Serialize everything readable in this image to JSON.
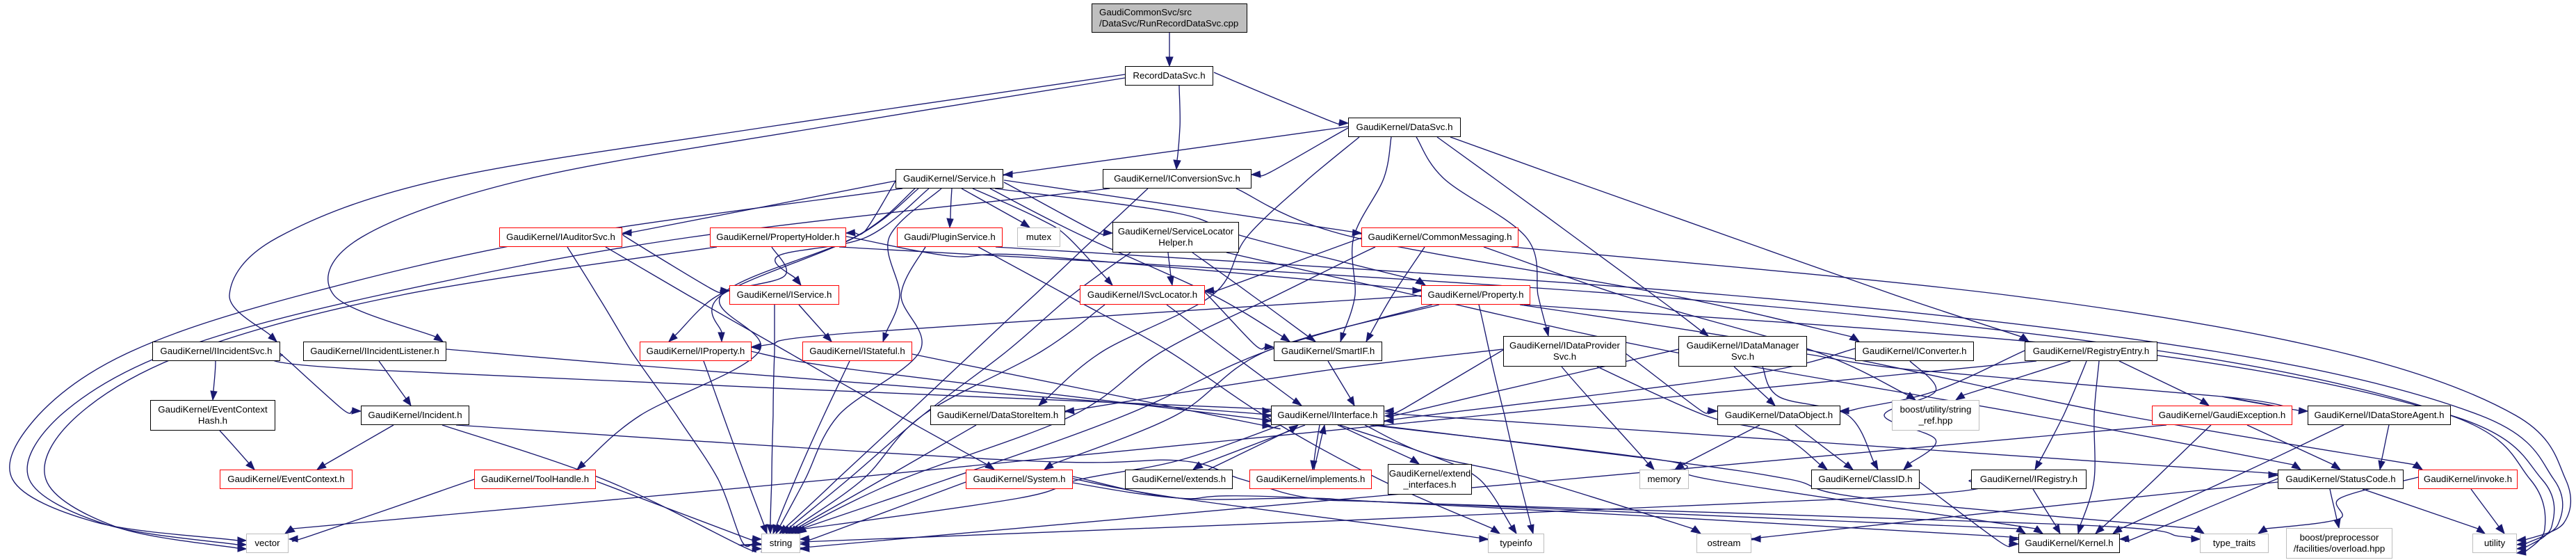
{
  "diagram": {
    "type": "doxygen-include-dependency-graph",
    "title": "Include dependency graph for GaudiCommonSvc/src/DataSvc/RunRecordDataSvc.cpp",
    "root": "GaudiCommonSvc/src/DataSvc/RunRecordDataSvc.cpp",
    "node_count": 50,
    "edge_count": 124,
    "legend": {
      "arrow_meaning": "A -> B means file A includes file B",
      "red_border": "graph truncated at this node (not all includes shown)",
      "grey_border": "external/system include",
      "grey_fill": "the source file this graph belongs to"
    },
    "colors": {
      "edge": "#191970",
      "node_border": "#000000",
      "truncated_node_border": "#ff0000",
      "system_node_border": "#bebebe",
      "root_node_fill": "#bfbfbf",
      "node_fill": "#ffffff",
      "background": "#ffffff",
      "text": "#000000"
    }
  },
  "nodes": [
    {
      "id": 0,
      "label": "GaudiCommonSvc/src/DataSvc/RunRecordDataSvc.cpp",
      "lines": [
        "GaudiCommonSvc/src",
        "/DataSvc/RunRecordDataSvc.cpp"
      ],
      "kind": "source-file",
      "truncated": false
    },
    {
      "id": 1,
      "label": "RecordDataSvc.h",
      "lines": [
        "RecordDataSvc.h"
      ],
      "kind": "header",
      "truncated": false
    },
    {
      "id": 2,
      "label": "GaudiKernel/DataSvc.h",
      "lines": [
        "GaudiKernel/DataSvc.h"
      ],
      "kind": "header",
      "truncated": false
    },
    {
      "id": 3,
      "label": "GaudiKernel/Service.h",
      "lines": [
        "GaudiKernel/Service.h"
      ],
      "kind": "header",
      "truncated": false
    },
    {
      "id": 4,
      "label": "GaudiKernel/IConversionSvc.h",
      "lines": [
        "GaudiKernel/IConversionSvc.h"
      ],
      "kind": "header",
      "truncated": false
    },
    {
      "id": 5,
      "label": "GaudiKernel/IAuditorSvc.h",
      "lines": [
        "GaudiKernel/IAuditorSvc.h"
      ],
      "kind": "header",
      "truncated": true
    },
    {
      "id": 6,
      "label": "GaudiKernel/PropertyHolder.h",
      "lines": [
        "GaudiKernel/PropertyHolder.h"
      ],
      "kind": "header",
      "truncated": true
    },
    {
      "id": 7,
      "label": "Gaudi/PluginService.h",
      "lines": [
        "Gaudi/PluginService.h"
      ],
      "kind": "header",
      "truncated": true
    },
    {
      "id": 8,
      "label": "mutex",
      "lines": [
        "mutex"
      ],
      "kind": "system-header",
      "truncated": false
    },
    {
      "id": 9,
      "label": "GaudiKernel/ServiceLocatorHelper.h",
      "lines": [
        "GaudiKernel/ServiceLocator",
        "Helper.h"
      ],
      "kind": "header",
      "truncated": false
    },
    {
      "id": 10,
      "label": "GaudiKernel/CommonMessaging.h",
      "lines": [
        "GaudiKernel/CommonMessaging.h"
      ],
      "kind": "header",
      "truncated": true
    },
    {
      "id": 11,
      "label": "GaudiKernel/IService.h",
      "lines": [
        "GaudiKernel/IService.h"
      ],
      "kind": "header",
      "truncated": true
    },
    {
      "id": 12,
      "label": "GaudiKernel/ISvcLocator.h",
      "lines": [
        "GaudiKernel/ISvcLocator.h"
      ],
      "kind": "header",
      "truncated": true
    },
    {
      "id": 13,
      "label": "GaudiKernel/Property.h",
      "lines": [
        "GaudiKernel/Property.h"
      ],
      "kind": "header",
      "truncated": true
    },
    {
      "id": 14,
      "label": "GaudiKernel/IIncidentSvc.h",
      "lines": [
        "GaudiKernel/IIncidentSvc.h"
      ],
      "kind": "header",
      "truncated": false
    },
    {
      "id": 15,
      "label": "GaudiKernel/IIncidentListener.h",
      "lines": [
        "GaudiKernel/IIncidentListener.h"
      ],
      "kind": "header",
      "truncated": false
    },
    {
      "id": 16,
      "label": "GaudiKernel/IProperty.h",
      "lines": [
        "GaudiKernel/IProperty.h"
      ],
      "kind": "header",
      "truncated": true
    },
    {
      "id": 17,
      "label": "GaudiKernel/IStateful.h",
      "lines": [
        "GaudiKernel/IStateful.h"
      ],
      "kind": "header",
      "truncated": true
    },
    {
      "id": 18,
      "label": "GaudiKernel/SmartIF.h",
      "lines": [
        "GaudiKernel/SmartIF.h"
      ],
      "kind": "header",
      "truncated": false
    },
    {
      "id": 19,
      "label": "GaudiKernel/IDataProviderSvc.h",
      "lines": [
        "GaudiKernel/IDataProvider",
        "Svc.h"
      ],
      "kind": "header",
      "truncated": false
    },
    {
      "id": 20,
      "label": "GaudiKernel/IDataManagerSvc.h",
      "lines": [
        "GaudiKernel/IDataManager",
        "Svc.h"
      ],
      "kind": "header",
      "truncated": false
    },
    {
      "id": 21,
      "label": "GaudiKernel/IConverter.h",
      "lines": [
        "GaudiKernel/IConverter.h"
      ],
      "kind": "header",
      "truncated": false
    },
    {
      "id": 22,
      "label": "GaudiKernel/RegistryEntry.h",
      "lines": [
        "GaudiKernel/RegistryEntry.h"
      ],
      "kind": "header",
      "truncated": false
    },
    {
      "id": 23,
      "label": "GaudiKernel/EventContextHash.h",
      "lines": [
        "GaudiKernel/EventContext",
        "Hash.h"
      ],
      "kind": "header",
      "truncated": false
    },
    {
      "id": 24,
      "label": "GaudiKernel/Incident.h",
      "lines": [
        "GaudiKernel/Incident.h"
      ],
      "kind": "header",
      "truncated": false
    },
    {
      "id": 25,
      "label": "GaudiKernel/DataStoreItem.h",
      "lines": [
        "GaudiKernel/DataStoreItem.h"
      ],
      "kind": "header",
      "truncated": false
    },
    {
      "id": 26,
      "label": "GaudiKernel/IInterface.h",
      "lines": [
        "GaudiKernel/IInterface.h"
      ],
      "kind": "header",
      "truncated": false
    },
    {
      "id": 27,
      "label": "GaudiKernel/DataObject.h",
      "lines": [
        "GaudiKernel/DataObject.h"
      ],
      "kind": "header",
      "truncated": false
    },
    {
      "id": 28,
      "label": "boost/utility/string_ref.hpp",
      "lines": [
        "boost/utility/string",
        "_ref.hpp"
      ],
      "kind": "system-header",
      "truncated": false
    },
    {
      "id": 29,
      "label": "GaudiKernel/GaudiException.h",
      "lines": [
        "GaudiKernel/GaudiException.h"
      ],
      "kind": "header",
      "truncated": true
    },
    {
      "id": 30,
      "label": "GaudiKernel/IDataStoreAgent.h",
      "lines": [
        "GaudiKernel/IDataStoreAgent.h"
      ],
      "kind": "header",
      "truncated": false
    },
    {
      "id": 31,
      "label": "GaudiKernel/EventContext.h",
      "lines": [
        "GaudiKernel/EventContext.h"
      ],
      "kind": "header",
      "truncated": true
    },
    {
      "id": 32,
      "label": "GaudiKernel/ToolHandle.h",
      "lines": [
        "GaudiKernel/ToolHandle.h"
      ],
      "kind": "header",
      "truncated": true
    },
    {
      "id": 33,
      "label": "GaudiKernel/System.h",
      "lines": [
        "GaudiKernel/System.h"
      ],
      "kind": "header",
      "truncated": true
    },
    {
      "id": 34,
      "label": "GaudiKernel/extends.h",
      "lines": [
        "GaudiKernel/extends.h"
      ],
      "kind": "header",
      "truncated": false
    },
    {
      "id": 35,
      "label": "GaudiKernel/implements.h",
      "lines": [
        "GaudiKernel/implements.h"
      ],
      "kind": "header",
      "truncated": true
    },
    {
      "id": 36,
      "label": "GaudiKernel/extend_interfaces.h",
      "lines": [
        "GaudiKernel/extend",
        "_interfaces.h"
      ],
      "kind": "header",
      "truncated": false
    },
    {
      "id": 37,
      "label": "memory",
      "lines": [
        "memory"
      ],
      "kind": "system-header",
      "truncated": false
    },
    {
      "id": 38,
      "label": "GaudiKernel/ClassID.h",
      "lines": [
        "GaudiKernel/ClassID.h"
      ],
      "kind": "header",
      "truncated": false
    },
    {
      "id": 39,
      "label": "GaudiKernel/IRegistry.h",
      "lines": [
        "GaudiKernel/IRegistry.h"
      ],
      "kind": "header",
      "truncated": false
    },
    {
      "id": 40,
      "label": "GaudiKernel/StatusCode.h",
      "lines": [
        "GaudiKernel/StatusCode.h"
      ],
      "kind": "header",
      "truncated": false
    },
    {
      "id": 41,
      "label": "GaudiKernel/invoke.h",
      "lines": [
        "GaudiKernel/invoke.h"
      ],
      "kind": "header",
      "truncated": true
    },
    {
      "id": 42,
      "label": "vector",
      "lines": [
        "vector"
      ],
      "kind": "system-header",
      "truncated": false
    },
    {
      "id": 43,
      "label": "string",
      "lines": [
        "string"
      ],
      "kind": "system-header",
      "truncated": false
    },
    {
      "id": 44,
      "label": "typeinfo",
      "lines": [
        "typeinfo"
      ],
      "kind": "system-header",
      "truncated": false
    },
    {
      "id": 45,
      "label": "ostream",
      "lines": [
        "ostream"
      ],
      "kind": "system-header",
      "truncated": false
    },
    {
      "id": 46,
      "label": "GaudiKernel/Kernel.h",
      "lines": [
        "GaudiKernel/Kernel.h"
      ],
      "kind": "header",
      "truncated": false
    },
    {
      "id": 47,
      "label": "type_traits",
      "lines": [
        "type_traits"
      ],
      "kind": "system-header",
      "truncated": false
    },
    {
      "id": 48,
      "label": "boost/preprocessor/facilities/overload.hpp",
      "lines": [
        "boost/preprocessor",
        "/facilities/overload.hpp"
      ],
      "kind": "system-header",
      "truncated": false
    },
    {
      "id": 49,
      "label": "utility",
      "lines": [
        "utility"
      ],
      "kind": "system-header",
      "truncated": false
    }
  ],
  "edges": [
    [
      "GaudiCommonSvc/src/DataSvc/RunRecordDataSvc.cpp",
      "RecordDataSvc.h"
    ],
    [
      "RecordDataSvc.h",
      "GaudiKernel/DataSvc.h"
    ],
    [
      "RecordDataSvc.h",
      "GaudiKernel/IConversionSvc.h"
    ],
    [
      "RecordDataSvc.h",
      "GaudiKernel/IIncidentSvc.h"
    ],
    [
      "RecordDataSvc.h",
      "GaudiKernel/IIncidentListener.h"
    ],
    [
      "GaudiKernel/DataSvc.h",
      "GaudiKernel/Service.h"
    ],
    [
      "GaudiKernel/DataSvc.h",
      "GaudiKernel/IConversionSvc.h"
    ],
    [
      "GaudiKernel/DataSvc.h",
      "GaudiKernel/SmartIF.h"
    ],
    [
      "GaudiKernel/DataSvc.h",
      "GaudiKernel/IDataProviderSvc.h"
    ],
    [
      "GaudiKernel/DataSvc.h",
      "GaudiKernel/IDataManagerSvc.h"
    ],
    [
      "GaudiKernel/DataSvc.h",
      "GaudiKernel/RegistryEntry.h"
    ],
    [
      "GaudiKernel/DataSvc.h",
      "GaudiKernel/DataStoreItem.h"
    ],
    [
      "GaudiKernel/Service.h",
      "GaudiKernel/IAuditorSvc.h"
    ],
    [
      "GaudiKernel/Service.h",
      "GaudiKernel/PropertyHolder.h"
    ],
    [
      "GaudiKernel/Service.h",
      "Gaudi/PluginService.h"
    ],
    [
      "GaudiKernel/Service.h",
      "mutex"
    ],
    [
      "GaudiKernel/Service.h",
      "GaudiKernel/ServiceLocatorHelper.h"
    ],
    [
      "GaudiKernel/Service.h",
      "GaudiKernel/CommonMessaging.h"
    ],
    [
      "GaudiKernel/Service.h",
      "GaudiKernel/IService.h"
    ],
    [
      "GaudiKernel/Service.h",
      "GaudiKernel/ISvcLocator.h"
    ],
    [
      "GaudiKernel/Service.h",
      "GaudiKernel/Property.h"
    ],
    [
      "GaudiKernel/Service.h",
      "GaudiKernel/IProperty.h"
    ],
    [
      "GaudiKernel/Service.h",
      "GaudiKernel/IStateful.h"
    ],
    [
      "GaudiKernel/Service.h",
      "GaudiKernel/SmartIF.h"
    ],
    [
      "GaudiKernel/Service.h",
      "GaudiKernel/ToolHandle.h"
    ],
    [
      "GaudiKernel/Service.h",
      "vector"
    ],
    [
      "GaudiKernel/IConversionSvc.h",
      "GaudiKernel/IConverter.h"
    ],
    [
      "GaudiKernel/IConversionSvc.h",
      "vector"
    ],
    [
      "GaudiKernel/IConversionSvc.h",
      "string"
    ],
    [
      "GaudiKernel/IAuditorSvc.h",
      "GaudiKernel/IService.h"
    ],
    [
      "GaudiKernel/IAuditorSvc.h",
      "GaudiKernel/System.h"
    ],
    [
      "GaudiKernel/IAuditorSvc.h",
      "string"
    ],
    [
      "GaudiKernel/PropertyHolder.h",
      "GaudiKernel/Property.h"
    ],
    [
      "GaudiKernel/PropertyHolder.h",
      "GaudiKernel/IProperty.h"
    ],
    [
      "GaudiKernel/PropertyHolder.h",
      "vector"
    ],
    [
      "GaudiKernel/PropertyHolder.h",
      "utility"
    ],
    [
      "Gaudi/PluginService.h",
      "string"
    ],
    [
      "Gaudi/PluginService.h",
      "typeinfo"
    ],
    [
      "Gaudi/PluginService.h",
      "utility"
    ],
    [
      "GaudiKernel/ServiceLocatorHelper.h",
      "GaudiKernel/ISvcLocator.h"
    ],
    [
      "GaudiKernel/ServiceLocatorHelper.h",
      "GaudiKernel/SmartIF.h"
    ],
    [
      "GaudiKernel/ServiceLocatorHelper.h",
      "GaudiKernel/StatusCode.h"
    ],
    [
      "GaudiKernel/ServiceLocatorHelper.h",
      "string"
    ],
    [
      "GaudiKernel/CommonMessaging.h",
      "GaudiKernel/ISvcLocator.h"
    ],
    [
      "GaudiKernel/CommonMessaging.h",
      "GaudiKernel/SmartIF.h"
    ],
    [
      "GaudiKernel/CommonMessaging.h",
      "boost/utility/string_ref.hpp"
    ],
    [
      "GaudiKernel/CommonMessaging.h",
      "string"
    ],
    [
      "GaudiKernel/CommonMessaging.h",
      "utility"
    ],
    [
      "GaudiKernel/IService.h",
      "GaudiKernel/IStateful.h"
    ],
    [
      "GaudiKernel/IService.h",
      "string"
    ],
    [
      "GaudiKernel/ISvcLocator.h",
      "GaudiKernel/SmartIF.h"
    ],
    [
      "GaudiKernel/ISvcLocator.h",
      "GaudiKernel/IInterface.h"
    ],
    [
      "GaudiKernel/ISvcLocator.h",
      "string"
    ],
    [
      "GaudiKernel/Property.h",
      "GaudiKernel/IProperty.h"
    ],
    [
      "GaudiKernel/Property.h",
      "GaudiKernel/System.h"
    ],
    [
      "GaudiKernel/Property.h",
      "GaudiKernel/invoke.h"
    ],
    [
      "GaudiKernel/Property.h",
      "string"
    ],
    [
      "GaudiKernel/Property.h",
      "typeinfo"
    ],
    [
      "GaudiKernel/Property.h",
      "utility"
    ],
    [
      "GaudiKernel/IIncidentSvc.h",
      "GaudiKernel/EventContextHash.h"
    ],
    [
      "GaudiKernel/IIncidentSvc.h",
      "GaudiKernel/Incident.h"
    ],
    [
      "GaudiKernel/IIncidentSvc.h",
      "GaudiKernel/IInterface.h"
    ],
    [
      "GaudiKernel/IIncidentListener.h",
      "GaudiKernel/Incident.h"
    ],
    [
      "GaudiKernel/IIncidentListener.h",
      "GaudiKernel/IInterface.h"
    ],
    [
      "GaudiKernel/IProperty.h",
      "GaudiKernel/IInterface.h"
    ],
    [
      "GaudiKernel/IProperty.h",
      "string"
    ],
    [
      "GaudiKernel/IStateful.h",
      "GaudiKernel/IInterface.h"
    ],
    [
      "GaudiKernel/IStateful.h",
      "string"
    ],
    [
      "GaudiKernel/SmartIF.h",
      "GaudiKernel/IInterface.h"
    ],
    [
      "GaudiKernel/IDataProviderSvc.h",
      "GaudiKernel/DataStoreItem.h"
    ],
    [
      "GaudiKernel/IDataProviderSvc.h",
      "GaudiKernel/IInterface.h"
    ],
    [
      "GaudiKernel/IDataProviderSvc.h",
      "GaudiKernel/DataObject.h"
    ],
    [
      "GaudiKernel/IDataProviderSvc.h",
      "memory"
    ],
    [
      "GaudiKernel/IDataProviderSvc.h",
      "GaudiKernel/ClassID.h"
    ],
    [
      "GaudiKernel/IDataManagerSvc.h",
      "GaudiKernel/IInterface.h"
    ],
    [
      "GaudiKernel/IDataManagerSvc.h",
      "GaudiKernel/DataObject.h"
    ],
    [
      "GaudiKernel/IDataManagerSvc.h",
      "GaudiKernel/IDataStoreAgent.h"
    ],
    [
      "GaudiKernel/IDataManagerSvc.h",
      "GaudiKernel/ClassID.h"
    ],
    [
      "GaudiKernel/IConverter.h",
      "GaudiKernel/IInterface.h"
    ],
    [
      "GaudiKernel/IConverter.h",
      "GaudiKernel/ClassID.h"
    ],
    [
      "GaudiKernel/RegistryEntry.h",
      "GaudiKernel/DataObject.h"
    ],
    [
      "GaudiKernel/RegistryEntry.h",
      "boost/utility/string_ref.hpp"
    ],
    [
      "GaudiKernel/RegistryEntry.h",
      "GaudiKernel/GaudiException.h"
    ],
    [
      "GaudiKernel/RegistryEntry.h",
      "GaudiKernel/IRegistry.h"
    ],
    [
      "GaudiKernel/RegistryEntry.h",
      "vector"
    ],
    [
      "GaudiKernel/RegistryEntry.h",
      "GaudiKernel/Kernel.h"
    ],
    [
      "GaudiKernel/EventContextHash.h",
      "GaudiKernel/EventContext.h"
    ],
    [
      "GaudiKernel/Incident.h",
      "GaudiKernel/EventContext.h"
    ],
    [
      "GaudiKernel/Incident.h",
      "string"
    ],
    [
      "GaudiKernel/Incident.h",
      "GaudiKernel/Kernel.h"
    ],
    [
      "GaudiKernel/DataStoreItem.h",
      "string"
    ],
    [
      "GaudiKernel/IInterface.h",
      "GaudiKernel/extends.h"
    ],
    [
      "GaudiKernel/IInterface.h",
      "GaudiKernel/implements.h"
    ],
    [
      "GaudiKernel/IInterface.h",
      "GaudiKernel/extend_interfaces.h"
    ],
    [
      "GaudiKernel/IInterface.h",
      "GaudiKernel/StatusCode.h"
    ],
    [
      "GaudiKernel/IInterface.h",
      "string"
    ],
    [
      "GaudiKernel/IInterface.h",
      "typeinfo"
    ],
    [
      "GaudiKernel/IInterface.h",
      "ostream"
    ],
    [
      "GaudiKernel/IInterface.h",
      "GaudiKernel/Kernel.h"
    ],
    [
      "GaudiKernel/IInterface.h",
      "type_traits"
    ],
    [
      "GaudiKernel/DataObject.h",
      "memory"
    ],
    [
      "GaudiKernel/DataObject.h",
      "GaudiKernel/ClassID.h"
    ],
    [
      "GaudiKernel/GaudiException.h",
      "GaudiKernel/StatusCode.h"
    ],
    [
      "GaudiKernel/GaudiException.h",
      "string"
    ],
    [
      "GaudiKernel/GaudiException.h",
      "GaudiKernel/Kernel.h"
    ],
    [
      "GaudiKernel/IDataStoreAgent.h",
      "GaudiKernel/StatusCode.h"
    ],
    [
      "GaudiKernel/IDataStoreAgent.h",
      "GaudiKernel/Kernel.h"
    ],
    [
      "GaudiKernel/ToolHandle.h",
      "vector"
    ],
    [
      "GaudiKernel/ToolHandle.h",
      "string"
    ],
    [
      "GaudiKernel/System.h",
      "string"
    ],
    [
      "GaudiKernel/System.h",
      "typeinfo"
    ],
    [
      "GaudiKernel/System.h",
      "GaudiKernel/Kernel.h"
    ],
    [
      "GaudiKernel/System.h",
      "type_traits"
    ],
    [
      "GaudiKernel/extends.h",
      "GaudiKernel/IInterface.h"
    ],
    [
      "GaudiKernel/implements.h",
      "GaudiKernel/IInterface.h"
    ],
    [
      "GaudiKernel/ClassID.h",
      "GaudiKernel/Kernel.h"
    ],
    [
      "GaudiKernel/IRegistry.h",
      "string"
    ],
    [
      "GaudiKernel/IRegistry.h",
      "GaudiKernel/Kernel.h"
    ],
    [
      "GaudiKernel/StatusCode.h",
      "ostream"
    ],
    [
      "GaudiKernel/StatusCode.h",
      "GaudiKernel/Kernel.h"
    ],
    [
      "GaudiKernel/StatusCode.h",
      "boost/preprocessor/facilities/overload.hpp"
    ],
    [
      "GaudiKernel/StatusCode.h",
      "utility"
    ],
    [
      "GaudiKernel/invoke.h",
      "type_traits"
    ],
    [
      "GaudiKernel/invoke.h",
      "utility"
    ]
  ]
}
